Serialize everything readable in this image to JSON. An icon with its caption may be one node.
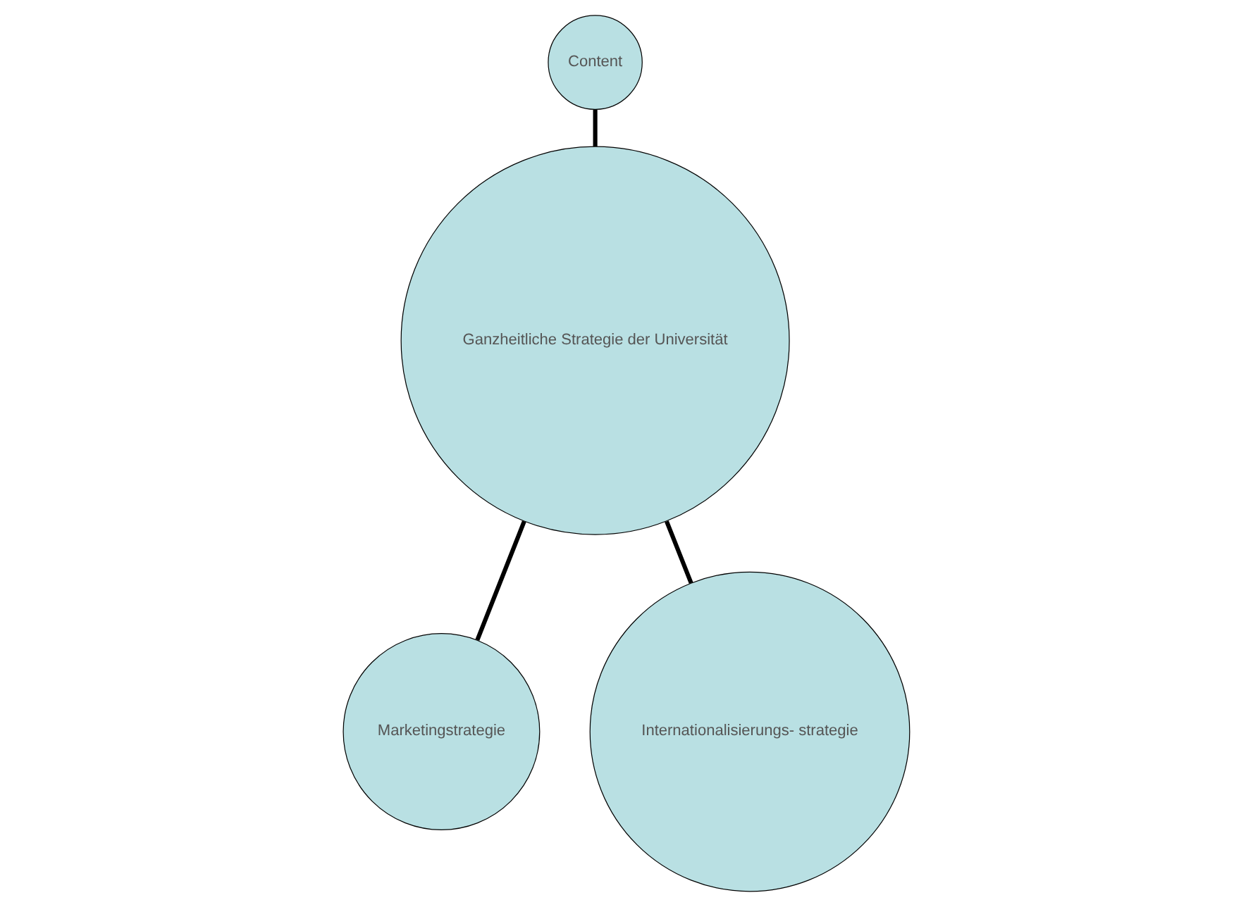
{
  "diagram": {
    "nodes": [
      {
        "text": [
          "Content"
        ]
      },
      {
        "text": [
          "Ganzheitliche Strategie der Universität"
        ]
      },
      {
        "text": [
          "Marketingstrategie"
        ]
      },
      {
        "text": [
          "Internationalisierungs- strategie"
        ]
      }
    ],
    "edges": [
      {
        "from": 0,
        "to": 1,
        "arrow": "none"
      },
      {
        "from": 1,
        "to": 2,
        "arrow": "none"
      },
      {
        "from": 1,
        "to": 3,
        "arrow": "none"
      }
    ]
  }
}
